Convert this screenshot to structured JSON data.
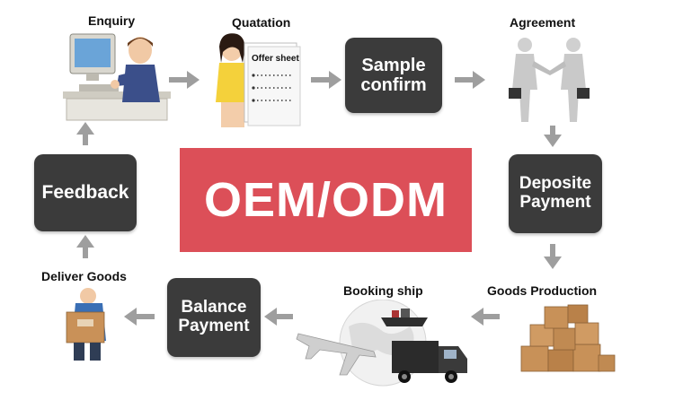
{
  "center": {
    "title": "OEM/ODM"
  },
  "steps": {
    "enquiry": "Enquiry",
    "quotation": "Quatation",
    "offer_sheet": "Offer sheet",
    "sample_line1": "Sample",
    "sample_line2": "confirm",
    "agreement": "Agreement",
    "deposite_line1": "Deposite",
    "deposite_line2": "Payment",
    "goods_production": "Goods Production",
    "booking_ship": "Booking ship",
    "balance_line1": "Balance",
    "balance_line2": "Payment",
    "deliver_goods": "Deliver Goods",
    "feedback": "Feedback"
  },
  "colors": {
    "box_bg": "#3b3b3b",
    "center_bg": "#dc4f58",
    "arrow": "#9e9e9e"
  }
}
